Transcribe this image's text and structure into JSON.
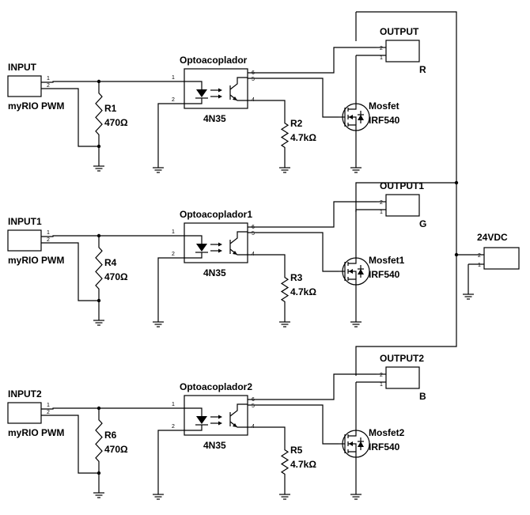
{
  "power": {
    "name": "24VDC",
    "pin_plus": "2",
    "pin_minus": "1"
  },
  "channels": [
    {
      "input": "INPUT",
      "source": "myRIO PWM",
      "r_in": "R1",
      "r_in_val": "470Ω",
      "opto": "Optoacoplador",
      "opto_part": "4N35",
      "r_g": "R2",
      "r_g_val": "4.7kΩ",
      "mosfet": "Mosfet",
      "mosfet_part": "IRF540",
      "output": "OUTPUT",
      "color": "R",
      "in_pins": [
        "1",
        "2"
      ],
      "opto_pins": [
        "1",
        "2",
        "6",
        "5",
        "4"
      ],
      "out_pins": [
        "2",
        "1"
      ]
    },
    {
      "input": "INPUT1",
      "source": "myRIO PWM",
      "r_in": "R4",
      "r_in_val": "470Ω",
      "opto": "Optoacoplador1",
      "opto_part": "4N35",
      "r_g": "R3",
      "r_g_val": "4.7kΩ",
      "mosfet": "Mosfet1",
      "mosfet_part": "IRF540",
      "output": "OUTPUT1",
      "color": "G",
      "in_pins": [
        "1",
        "2"
      ],
      "opto_pins": [
        "1",
        "2",
        "6",
        "5",
        "4"
      ],
      "out_pins": [
        "2",
        "1"
      ]
    },
    {
      "input": "INPUT2",
      "source": "myRIO PWM",
      "r_in": "R6",
      "r_in_val": "470Ω",
      "opto": "Optoacoplador2",
      "opto_part": "4N35",
      "r_g": "R5",
      "r_g_val": "4.7kΩ",
      "mosfet": "Mosfet2",
      "mosfet_part": "IRF540",
      "output": "OUTPUT2",
      "color": "B",
      "in_pins": [
        "1",
        "2"
      ],
      "opto_pins": [
        "1",
        "2",
        "6",
        "5",
        "4"
      ],
      "out_pins": [
        "2",
        "1"
      ]
    }
  ]
}
